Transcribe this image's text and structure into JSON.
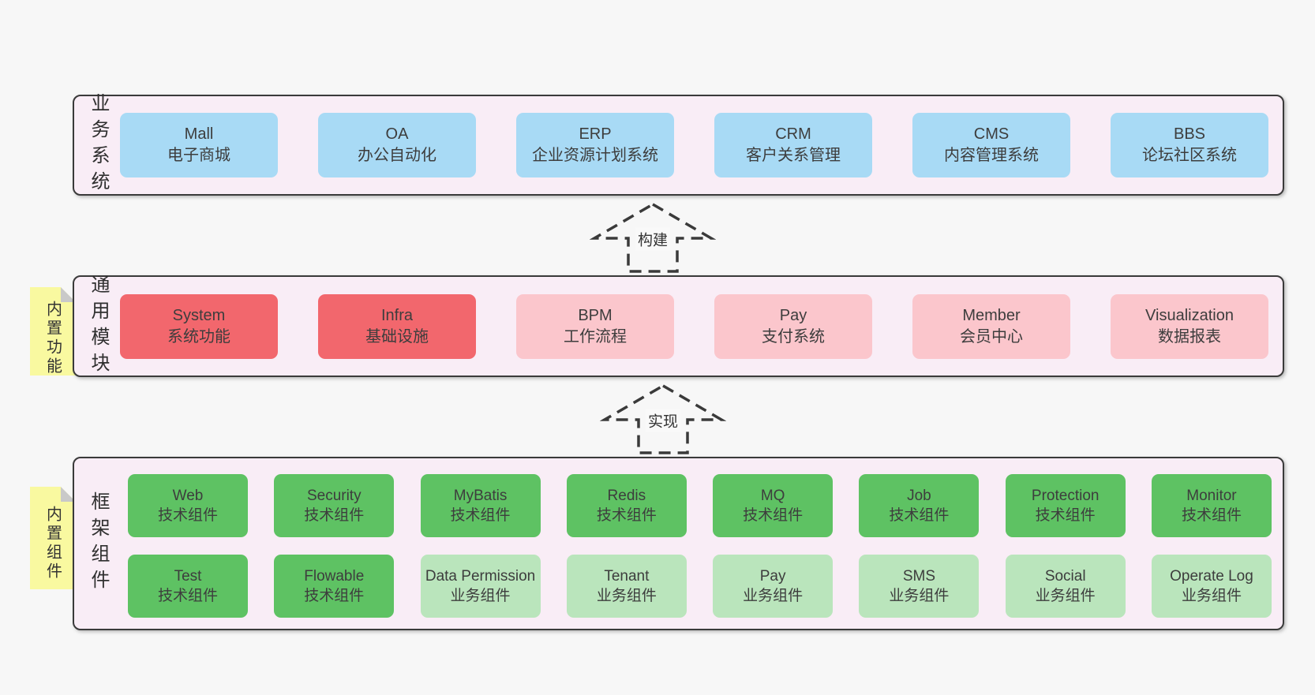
{
  "page": {
    "background": "#f7f7f7"
  },
  "styles": {
    "band_fill": "#f9edf6",
    "band_border": "#3a3a3a",
    "blue": "#a8daf5",
    "red": "#f2676d",
    "pink": "#fbc6cc",
    "green_dark": "#5ec263",
    "green_light": "#bae5bc",
    "sticky_yellow": "#f9f9a0",
    "fold_gray": "#c9c9c9",
    "text": "#3d3d3d"
  },
  "arrows": [
    {
      "id": "build",
      "label": "构建"
    },
    {
      "id": "implement",
      "label": "实现"
    }
  ],
  "bands": [
    {
      "id": "business-systems",
      "label": "业务系统",
      "sticky": null,
      "rows": [
        [
          {
            "name": "Mall",
            "desc": "电子商城",
            "color": "blue"
          },
          {
            "name": "OA",
            "desc": "办公自动化",
            "color": "blue"
          },
          {
            "name": "ERP",
            "desc": "企业资源计划系统",
            "color": "blue"
          },
          {
            "name": "CRM",
            "desc": "客户关系管理",
            "color": "blue"
          },
          {
            "name": "CMS",
            "desc": "内容管理系统",
            "color": "blue"
          },
          {
            "name": "BBS",
            "desc": "论坛社区系统",
            "color": "blue"
          }
        ]
      ]
    },
    {
      "id": "common-modules",
      "label": "通用模块",
      "sticky": "内置功能",
      "rows": [
        [
          {
            "name": "System",
            "desc": "系统功能",
            "color": "red"
          },
          {
            "name": "Infra",
            "desc": "基础设施",
            "color": "red"
          },
          {
            "name": "BPM",
            "desc": "工作流程",
            "color": "pink"
          },
          {
            "name": "Pay",
            "desc": "支付系统",
            "color": "pink"
          },
          {
            "name": "Member",
            "desc": "会员中心",
            "color": "pink"
          },
          {
            "name": "Visualization",
            "desc": "数据报表",
            "color": "pink"
          }
        ]
      ]
    },
    {
      "id": "framework-components",
      "label": "框架组件",
      "sticky": "内置组件",
      "rows": [
        [
          {
            "name": "Web",
            "desc": "技术组件",
            "color": "green_dark"
          },
          {
            "name": "Security",
            "desc": "技术组件",
            "color": "green_dark"
          },
          {
            "name": "MyBatis",
            "desc": "技术组件",
            "color": "green_dark"
          },
          {
            "name": "Redis",
            "desc": "技术组件",
            "color": "green_dark"
          },
          {
            "name": "MQ",
            "desc": "技术组件",
            "color": "green_dark"
          },
          {
            "name": "Job",
            "desc": "技术组件",
            "color": "green_dark"
          },
          {
            "name": "Protection",
            "desc": "技术组件",
            "color": "green_dark"
          },
          {
            "name": "Monitor",
            "desc": "技术组件",
            "color": "green_dark"
          }
        ],
        [
          {
            "name": "Test",
            "desc": "技术组件",
            "color": "green_dark"
          },
          {
            "name": "Flowable",
            "desc": "技术组件",
            "color": "green_dark"
          },
          {
            "name": "Data Permission",
            "desc": "业务组件",
            "color": "green_light"
          },
          {
            "name": "Tenant",
            "desc": "业务组件",
            "color": "green_light"
          },
          {
            "name": "Pay",
            "desc": "业务组件",
            "color": "green_light"
          },
          {
            "name": "SMS",
            "desc": "业务组件",
            "color": "green_light"
          },
          {
            "name": "Social",
            "desc": "业务组件",
            "color": "green_light"
          },
          {
            "name": "Operate Log",
            "desc": "业务组件",
            "color": "green_light"
          }
        ]
      ]
    }
  ]
}
